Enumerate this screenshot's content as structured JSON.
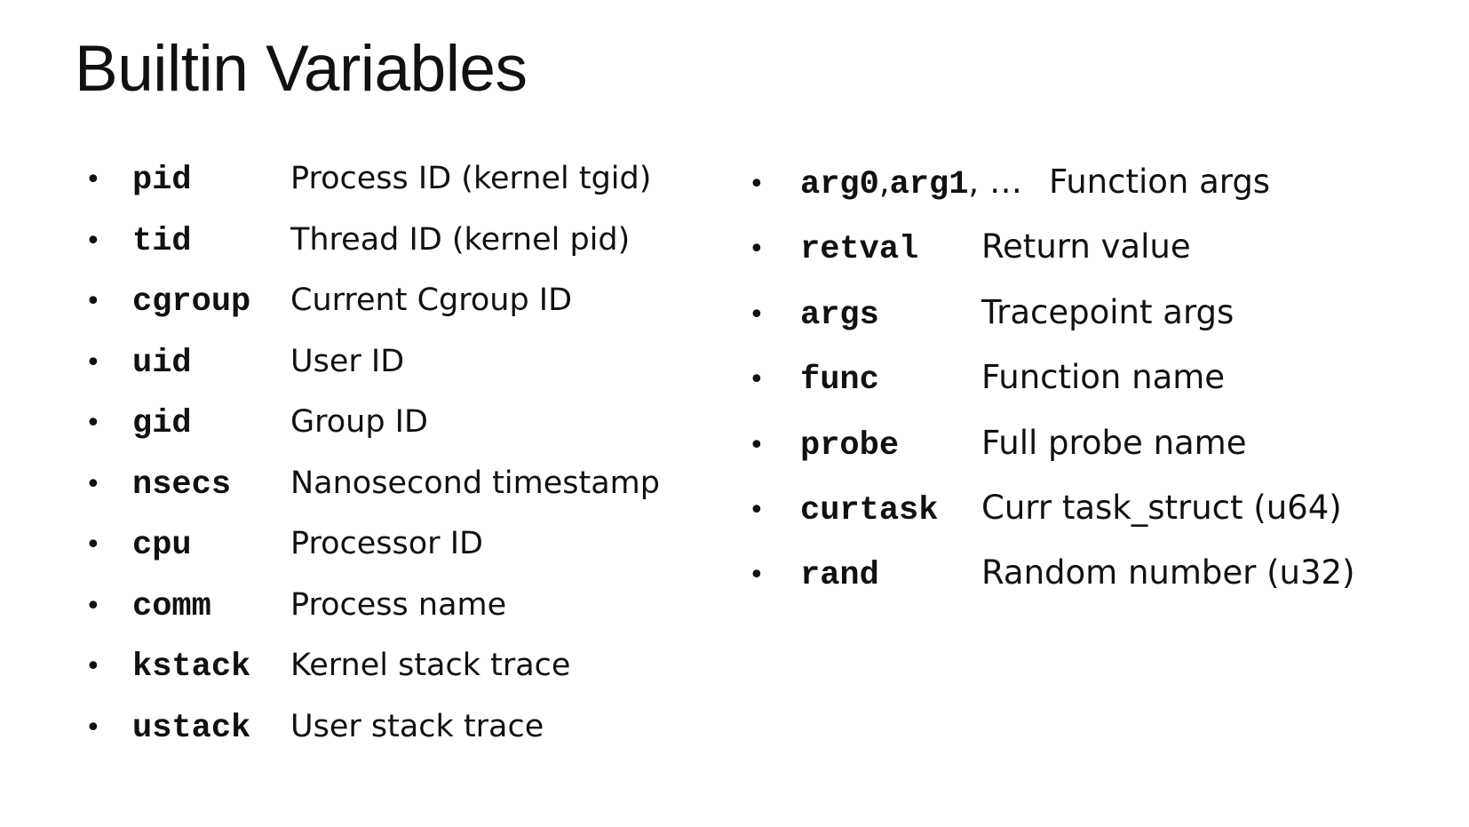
{
  "title": "Builtin Variables",
  "bullet": "•",
  "left": [
    {
      "var": "pid",
      "desc": "Process ID (kernel tgid)"
    },
    {
      "var": "tid",
      "desc": "Thread ID (kernel pid)"
    },
    {
      "var": "cgroup",
      "desc": "Current Cgroup ID"
    },
    {
      "var": "uid",
      "desc": "User ID"
    },
    {
      "var": "gid",
      "desc": "Group ID"
    },
    {
      "var": "nsecs",
      "desc": "Nanosecond timestamp"
    },
    {
      "var": "cpu",
      "desc": "Processor ID"
    },
    {
      "var": "comm",
      "desc": "Process name"
    },
    {
      "var": "kstack",
      "desc": "Kernel stack trace"
    },
    {
      "var": "ustack",
      "desc": "User stack trace"
    }
  ],
  "right_first": {
    "var_a": "arg0",
    "sep_a": ", ",
    "var_b": "arg1",
    "sep_b": ", …",
    "desc": "Function args"
  },
  "right": [
    {
      "var": "retval",
      "desc": "Return value"
    },
    {
      "var": "args",
      "desc": "Tracepoint args"
    },
    {
      "var": "func",
      "desc": "Function name"
    },
    {
      "var": "probe",
      "desc": "Full probe name"
    },
    {
      "var": "curtask",
      "desc": "Curr task_struct (u64)"
    },
    {
      "var": "rand",
      "desc": "Random number (u32)"
    }
  ]
}
